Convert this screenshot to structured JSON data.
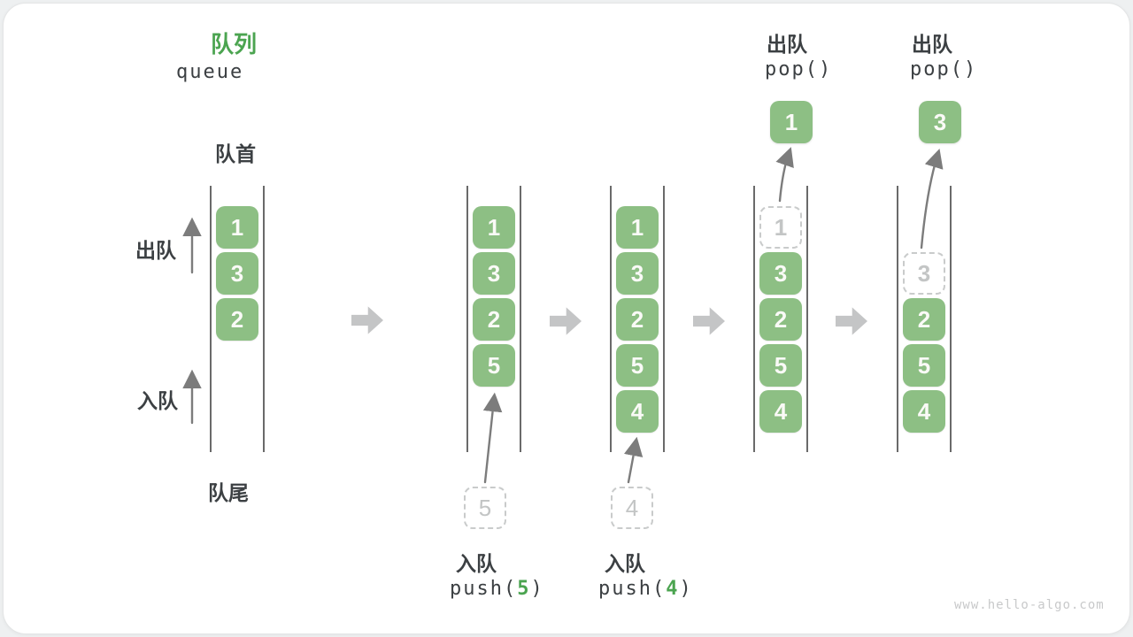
{
  "title": {
    "zh": "队列",
    "en": "queue"
  },
  "labels": {
    "front": "队首",
    "rear": "队尾",
    "dequeue": "出队",
    "enqueue": "入队"
  },
  "colors": {
    "accent_green": "#4ba450",
    "box_green": "#8dbf84",
    "block_arrow_gray": "#c4c5c6",
    "thin_arrow_gray": "#7c7c7c"
  },
  "push_ops": [
    {
      "label": "入队",
      "fn": "push(",
      "arg": "5",
      "close": ")"
    },
    {
      "label": "入队",
      "fn": "push(",
      "arg": "4",
      "close": ")"
    }
  ],
  "pop_ops": [
    {
      "label": "出队",
      "code": "pop()",
      "value": "1"
    },
    {
      "label": "出队",
      "code": "pop()",
      "value": "3"
    }
  ],
  "columns": [
    {
      "name": "state-initial",
      "items": [
        {
          "value": "1",
          "state": "normal"
        },
        {
          "value": "3",
          "state": "normal"
        },
        {
          "value": "2",
          "state": "normal"
        }
      ]
    },
    {
      "name": "state-after-push-5",
      "items": [
        {
          "value": "1",
          "state": "normal"
        },
        {
          "value": "3",
          "state": "normal"
        },
        {
          "value": "2",
          "state": "normal"
        },
        {
          "value": "5",
          "state": "normal"
        }
      ]
    },
    {
      "name": "state-after-push-4",
      "items": [
        {
          "value": "1",
          "state": "normal"
        },
        {
          "value": "3",
          "state": "normal"
        },
        {
          "value": "2",
          "state": "normal"
        },
        {
          "value": "5",
          "state": "normal"
        },
        {
          "value": "4",
          "state": "normal"
        }
      ]
    },
    {
      "name": "state-after-pop-1",
      "items": [
        {
          "value": "1",
          "state": "dashed"
        },
        {
          "value": "3",
          "state": "normal"
        },
        {
          "value": "2",
          "state": "normal"
        },
        {
          "value": "5",
          "state": "normal"
        },
        {
          "value": "4",
          "state": "normal"
        }
      ]
    },
    {
      "name": "state-after-pop-3",
      "items": [
        {
          "value": "",
          "state": "empty"
        },
        {
          "value": "3",
          "state": "dashed"
        },
        {
          "value": "2",
          "state": "normal"
        },
        {
          "value": "5",
          "state": "normal"
        },
        {
          "value": "4",
          "state": "normal"
        }
      ]
    }
  ],
  "watermark": "www.hello-algo.com"
}
